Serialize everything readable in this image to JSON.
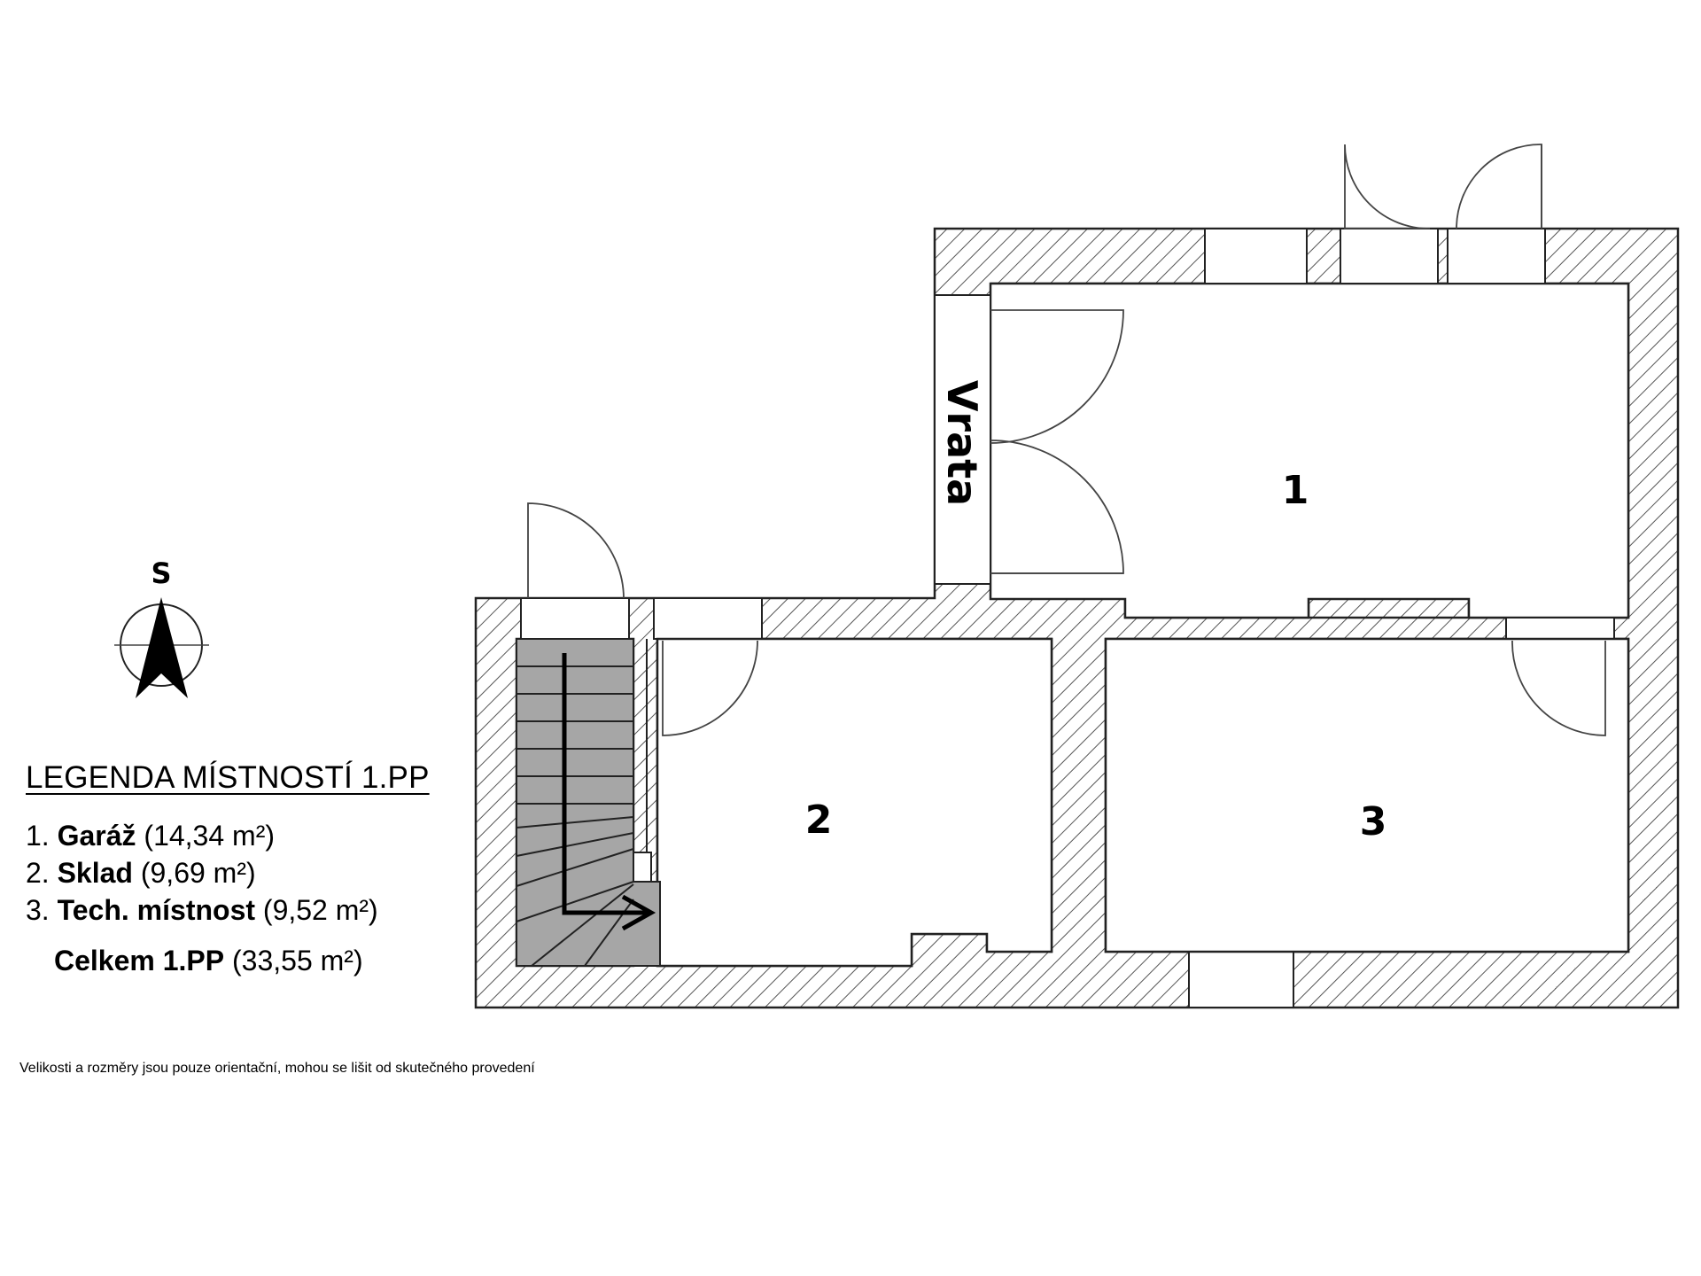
{
  "compass": {
    "label": "S"
  },
  "plan": {
    "gate_label": "Vrata",
    "room_numbers": [
      "1",
      "2",
      "3"
    ]
  },
  "legend": {
    "title": "LEGENDA MÍSTNOSTÍ 1.PP",
    "rooms": [
      {
        "num": "1.",
        "name": "Garáž",
        "area": "(14,34 m²)"
      },
      {
        "num": "2.",
        "name": "Sklad",
        "area": "(9,69 m²)"
      },
      {
        "num": "3.",
        "name": "Tech. místnost",
        "area": "(9,52 m²)"
      }
    ],
    "total": {
      "name": "Celkem 1.PP",
      "area": "(33,55 m²)"
    }
  },
  "disclaimer": "Velikosti a rozměry jsou pouze orientační, mohou se lišit od skutečného provedení",
  "colors": {
    "wall_line": "#222222",
    "hatch": "#555555",
    "stairs": "#a6a6a6",
    "door": "#444444"
  }
}
